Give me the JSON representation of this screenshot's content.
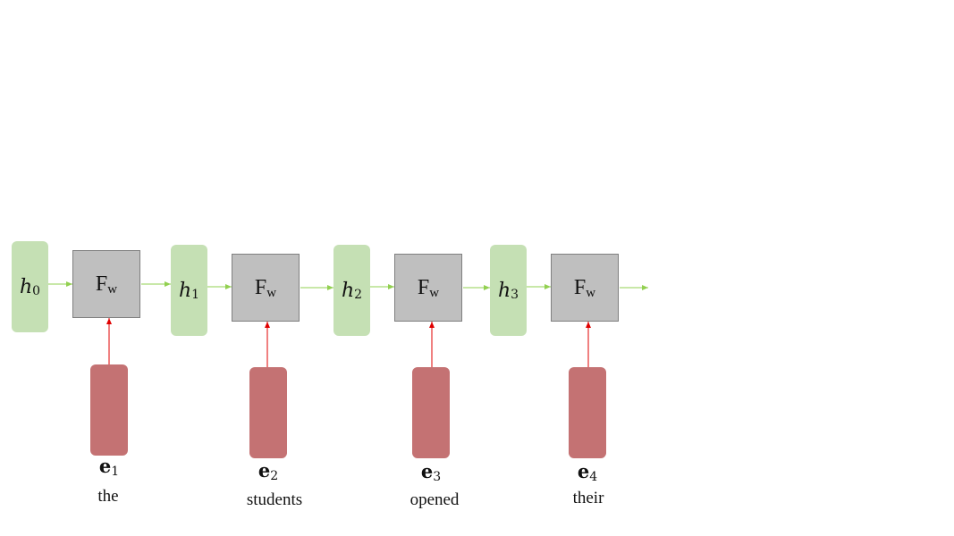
{
  "colors": {
    "hidden_state": "#c5e0b4",
    "embedding": "#c47273",
    "function_box": "#bfbfbf",
    "function_border": "#7f7f7f",
    "recurrent_arrow": "#92d050",
    "input_arrow": "#e00000"
  },
  "hidden_states": [
    {
      "symbol": "h",
      "sub": "0"
    },
    {
      "symbol": "h",
      "sub": "1"
    },
    {
      "symbol": "h",
      "sub": "2"
    },
    {
      "symbol": "h",
      "sub": "3"
    }
  ],
  "function_boxes": [
    {
      "symbol": "F",
      "sub": "w"
    },
    {
      "symbol": "F",
      "sub": "w"
    },
    {
      "symbol": "F",
      "sub": "w"
    },
    {
      "symbol": "F",
      "sub": "w"
    }
  ],
  "embeddings": [
    {
      "symbol": "e",
      "sub": "1",
      "word": "the"
    },
    {
      "symbol": "e",
      "sub": "2",
      "word": "students"
    },
    {
      "symbol": "e",
      "sub": "3",
      "word": "opened"
    },
    {
      "symbol": "e",
      "sub": "4",
      "word": "their"
    }
  ]
}
